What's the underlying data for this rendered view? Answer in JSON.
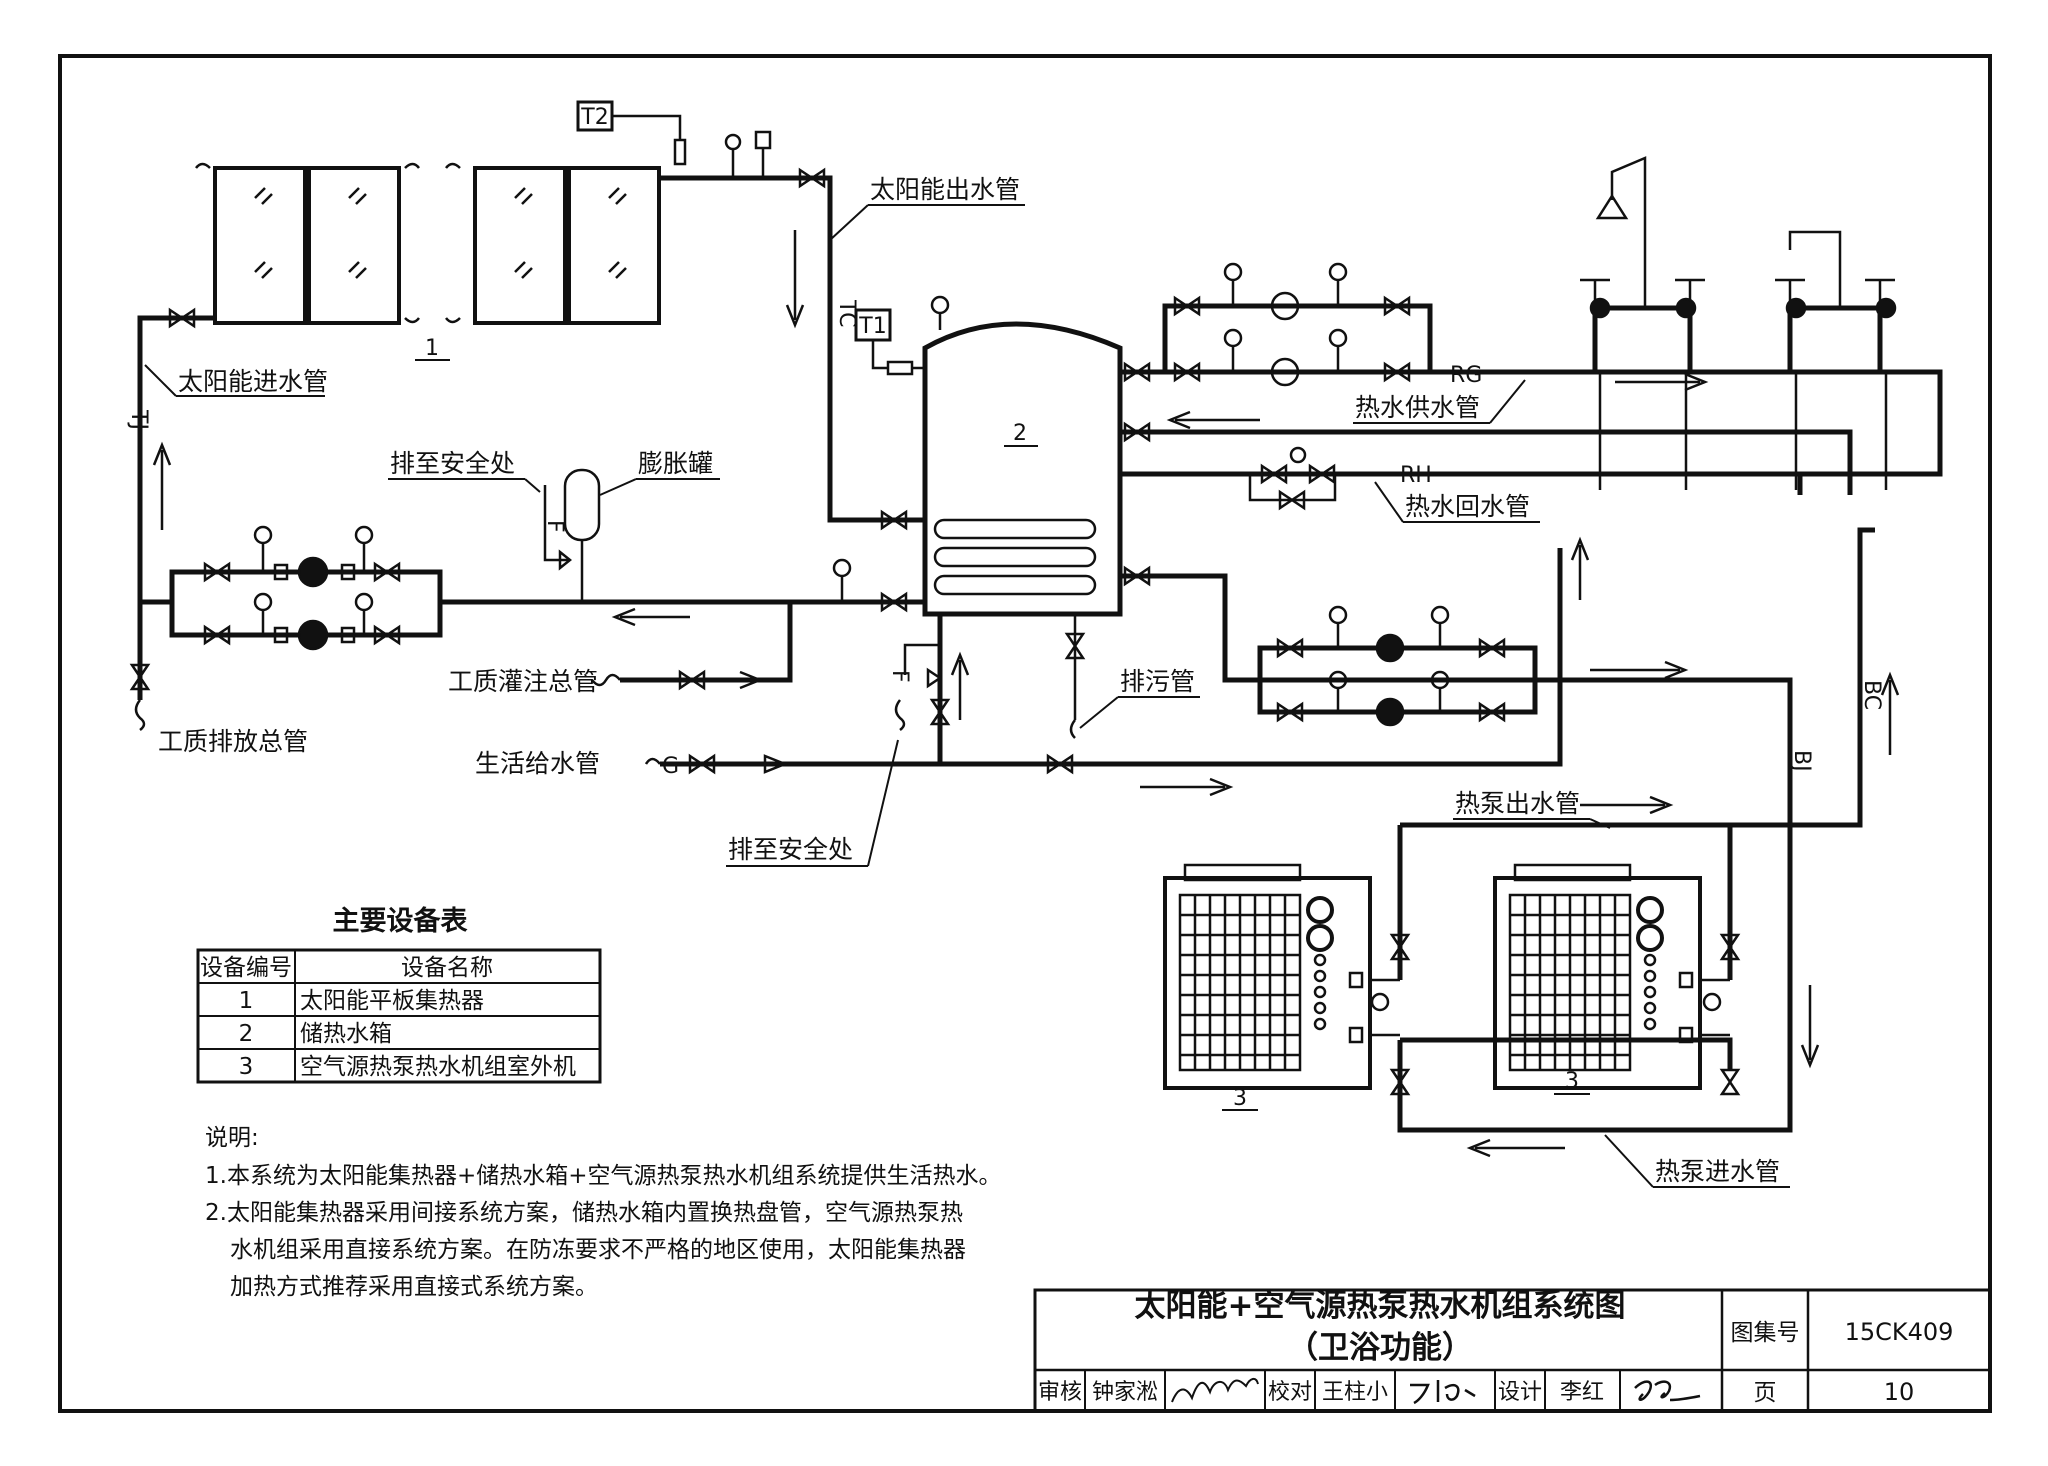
{
  "labels": {
    "solar_out": "太阳能出水管",
    "solar_in": "太阳能进水管",
    "drain_safe_top": "排至安全处",
    "expansion_tank": "膨胀罐",
    "hot_supply": "热水供水管",
    "hot_return": "热水回水管",
    "fill_main": "工质灌注总管",
    "discharge_main": "工质排放总管",
    "domestic_supply": "生活给水管",
    "sewage": "排污管",
    "drain_safe_bottom": "排至安全处",
    "hp_out": "热泵出水管",
    "hp_in": "热泵进水管"
  },
  "codes": {
    "t2": "T2",
    "t1": "T1",
    "tc": "TC",
    "tj": "TJ",
    "rg": "RG",
    "rh": "RH",
    "bj": "BJ",
    "bc": "BC",
    "g": "G",
    "f1": "F",
    "f2": "F"
  },
  "equipment_numbers": {
    "collector": "1",
    "tank": "2",
    "heat_pump_a": "3",
    "heat_pump_b": "3"
  },
  "equipment_table": {
    "title": "主要设备表",
    "headers": [
      "设备编号",
      "设备名称"
    ],
    "rows": [
      {
        "no": "1",
        "name": "太阳能平板集热器"
      },
      {
        "no": "2",
        "name": "储热水箱"
      },
      {
        "no": "3",
        "name": "空气源热泵热水机组室外机"
      }
    ]
  },
  "notes": {
    "heading": "说明:",
    "lines": [
      "1.本系统为太阳能集热器+储热水箱+空气源热泵热水机组系统提供生活热水。",
      "2.太阳能集热器采用间接系统方案，储热水箱内置换热盘管，空气源热泵热",
      "水机组采用直接系统方案。在防冻要求不严格的地区使用，太阳能集热器",
      "加热方式推荐采用直接式系统方案。"
    ]
  },
  "title_block": {
    "title_line1": "太阳能+空气源热泵热水机组系统图",
    "title_line2": "（卫浴功能）",
    "atlas_label": "图集号",
    "atlas_no": "15CK409",
    "page_label": "页",
    "page_no": "10",
    "review_label": "审核",
    "reviewer": "钟家淞",
    "check_label": "校对",
    "checker": "王柱小",
    "design_label": "设计",
    "designer": "李红"
  }
}
